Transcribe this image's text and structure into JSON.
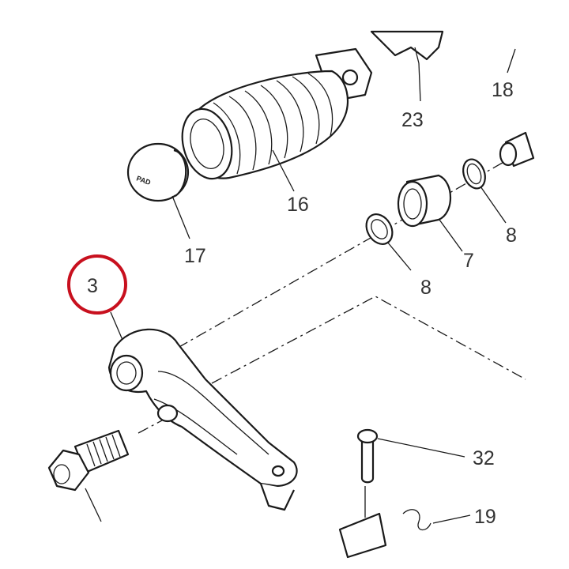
{
  "highlight_color": "#c8101e",
  "callouts": {
    "c3": "3",
    "c7": "7",
    "c8a": "8",
    "c8b": "8",
    "c16": "16",
    "c17": "17",
    "c18": "18",
    "c19": "19",
    "c23": "23",
    "c32": "32"
  },
  "cap_logo": "PAD"
}
